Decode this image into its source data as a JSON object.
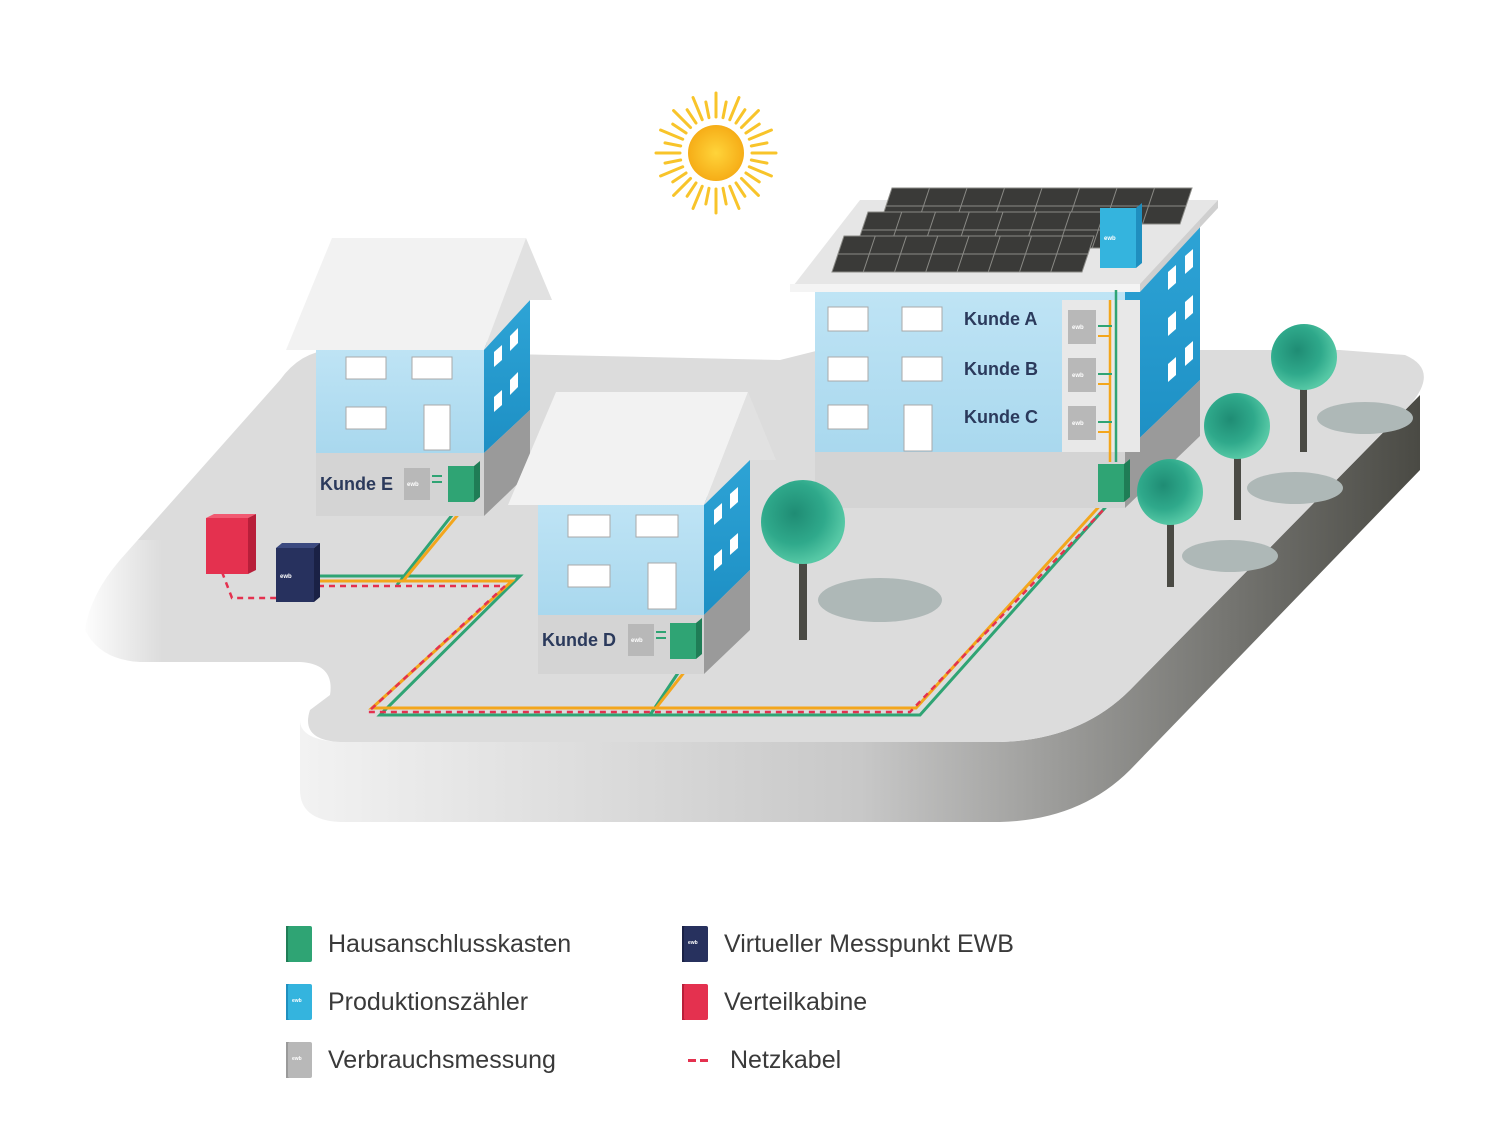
{
  "customers": {
    "a": "Kunde A",
    "b": "Kunde B",
    "c": "Kunde C",
    "d": "Kunde D",
    "e": "Kunde E"
  },
  "meter_logo": "ewb",
  "legend": [
    {
      "label": "Hausanschlusskasten",
      "icon": "green-box-icon",
      "color": "#2fa474"
    },
    {
      "label": "Produktionszähler",
      "icon": "light-blue-meter-icon",
      "color": "#34b4de"
    },
    {
      "label": "Verbrauchsmessung",
      "icon": "grey-meter-icon",
      "color": "#b8b8b8"
    },
    {
      "label": "Virtueller Messpunkt EWB",
      "icon": "dark-blue-meter-icon",
      "color": "#27315e"
    },
    {
      "label": "Verteilkabine",
      "icon": "red-cabinet-icon",
      "color": "#e4314f"
    },
    {
      "label": "Netzkabel",
      "icon": "dashed-line-icon",
      "color": "#e4314f"
    }
  ]
}
